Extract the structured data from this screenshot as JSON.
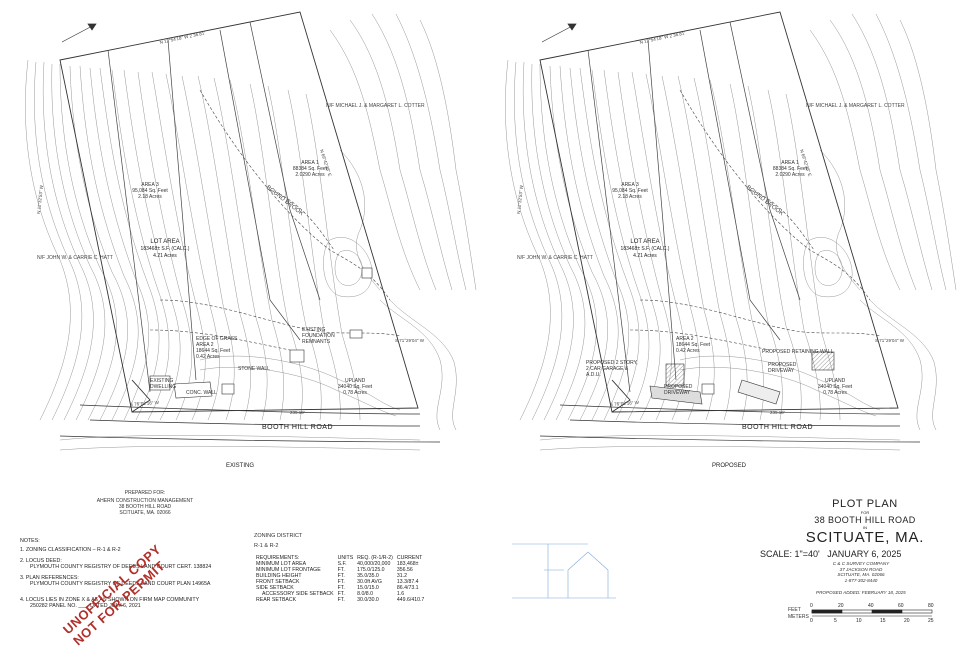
{
  "plans": {
    "existing": {
      "caption": "EXISTING",
      "road": "BOOTH HILL ROAD",
      "area1": [
        "AREA 1",
        "88384 Sq. Feet",
        "2.0290 Acres"
      ],
      "area3": [
        "AREA 3",
        "95,084 Sq. Feet",
        "2.18 Acres"
      ],
      "lot_area": [
        "LOT AREA",
        "183468± S.F. (CALC.)",
        "4.21 Acres"
      ],
      "area2": [
        "AREA 2",
        "18644 Sq. Feet",
        "0.42 Acres"
      ],
      "upland": [
        "UPLAND",
        "34040 Sq. Feet",
        "0.78 Acres"
      ],
      "brook": "BOUND BROOK",
      "abutter_right": "N/F  MICHAEL J. & MARGARET L. COTTER",
      "abutter_left": "N/F  JOHN W. & CARRIE C. HATT",
      "labels": [
        "EXISTING DWELLING",
        "CONC. WALL",
        "STONE WALL",
        "EXISTING FOUNDATION REMNANTS",
        "EDGE OF GRASS"
      ]
    },
    "proposed": {
      "caption": "PROPOSED",
      "road": "BOOTH HILL ROAD",
      "area1": [
        "AREA 1",
        "88384 Sq. Feet",
        "2.0290 Acres"
      ],
      "area3": [
        "AREA 3",
        "95,084 Sq. Feet",
        "2.18 Acres"
      ],
      "lot_area": [
        "LOT AREA",
        "183468± S.F. (CALC.)",
        "4.21 Acres"
      ],
      "area2": [
        "AREA 2",
        "18644 Sq. Feet",
        "0.42 Acres"
      ],
      "upland": [
        "UPLAND",
        "34040 Sq. Feet",
        "0.78 Acres"
      ],
      "brook": "BOUND BROOK",
      "abutter_right": "N/F  MICHAEL J. & MARGARET L. COTTER",
      "abutter_left": "N/F  JOHN W. & CARRIE C. HATT",
      "labels": [
        "PROPOSED 2 STORY, 2 CAR GARAGE & A.D.U.",
        "PROPOSED DRIVEWAY",
        "PROPOSED RETAINING WALL",
        "PROPOSED DRIVEWAY"
      ]
    }
  },
  "prepared_for": {
    "heading": "PREPARED FOR:",
    "lines": [
      "AHERN CONSTRUCTION MANAGEMENT",
      "38 BOOTH HILL ROAD",
      "SCITUATE, MA. 02066"
    ]
  },
  "notes": {
    "heading": "NOTES:",
    "items": [
      "1. ZONING CLASSIFICATION – R-1 & R-2",
      "2. LOCUS DEED:",
      "PLYMOUTH COUNTY REGISTRY OF DEEDS LAND COURT CERT. 138824",
      "3. PLAN REFERENCES:",
      "PLYMOUTH COUNTY REGISTRY OF DEEDS LAND COURT PLAN 14965A",
      "4. LOCUS LIES IN ZONE X & AE AS SHOWN ON FIRM MAP COMMUNITY",
      "250282 PANEL NO. ___, DATED JULY 6, 2021"
    ]
  },
  "stamp": [
    "UNOFFICIAL COPY",
    "NOT FOR PERMIT"
  ],
  "zoning": {
    "title": "ZONING DISTRICT",
    "district": "R-1 & R-2",
    "headers": [
      "REQUIREMENTS:",
      "UNITS",
      "REQ. (R-1/R-2)",
      "CURRENT"
    ],
    "rows": [
      [
        "MINIMUM LOT AREA",
        "S.F.",
        "40,000/20,000",
        "183,468±"
      ],
      [
        "MINIMUM LOT FRONTAGE",
        "FT.",
        "175.0/125.0",
        "356.56"
      ],
      [
        "BUILDING HEIGHT",
        "FT.",
        "35.0/35.0",
        "31.2"
      ],
      [
        "FRONT SETBACK",
        "FT.",
        "30.0ft AVG",
        "13.3/87.4"
      ],
      [
        "SIDE SETBACK",
        "FT.",
        "15.0/15.0",
        "86.4/73.1"
      ],
      [
        "ACCESSORY SIDE SETBACK",
        "FT.",
        "8.0/8.0",
        "1.6"
      ],
      [
        "REAR SETBACK",
        "FT.",
        "30.0/30.0",
        "449.6/410.7"
      ]
    ]
  },
  "title_block": {
    "title": "PLOT PLAN",
    "for": "FOR",
    "address": "38 BOOTH HILL ROAD",
    "in": "IN",
    "town": "SCITUATE, MA.",
    "scale": "SCALE: 1\"=40'",
    "date": "JANUARY 6, 2025",
    "surveyor": [
      "C & C SURVEY COMPANY",
      "37 JACKSON ROAD",
      "SCITUATE, MA. 02066",
      "1-877-302-8440"
    ],
    "revision": "PROPOSED ADDED: FEBRUARY 18, 2025",
    "scale_bar": {
      "feet_label": "FEET",
      "meters_label": "METERS",
      "feet_ticks": [
        "0",
        "20",
        "40",
        "60",
        "80"
      ],
      "meter_ticks": [
        "0",
        "5",
        "10",
        "15",
        "20",
        "25"
      ]
    }
  },
  "colors": {
    "line": "#333333",
    "contour": "#8a8a8a",
    "stamp": "#b0302a",
    "diagram": "#7fa8d8"
  }
}
